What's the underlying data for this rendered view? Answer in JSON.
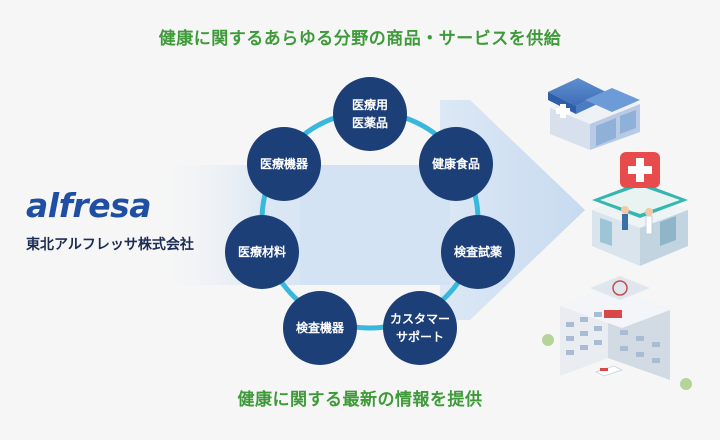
{
  "headline_top": "健康に関するあらゆる分野の商品・サービスを供給",
  "headline_bottom": "健康に関する最新の情報を提供",
  "company": {
    "logo_text": "alfresa",
    "name": "東北アルフレッサ株式会社"
  },
  "services": [
    {
      "line1": "医療用",
      "line2": "医薬品"
    },
    {
      "line1": "健康食品",
      "line2": ""
    },
    {
      "line1": "検査試薬",
      "line2": ""
    },
    {
      "line1": "カスタマー",
      "line2": "サポート"
    },
    {
      "line1": "検査機器",
      "line2": ""
    },
    {
      "line1": "医療材料",
      "line2": ""
    },
    {
      "line1": "医療機器",
      "line2": ""
    }
  ],
  "destinations": [
    "pharmacy-illustration",
    "clinic-illustration",
    "hospital-illustration"
  ],
  "colors": {
    "headline": "#3f9a3a",
    "node_fill": "#1c3f78",
    "ring": "#38b8dc",
    "arrow": "#c8dcf0",
    "logo": "#1f4fa3"
  }
}
